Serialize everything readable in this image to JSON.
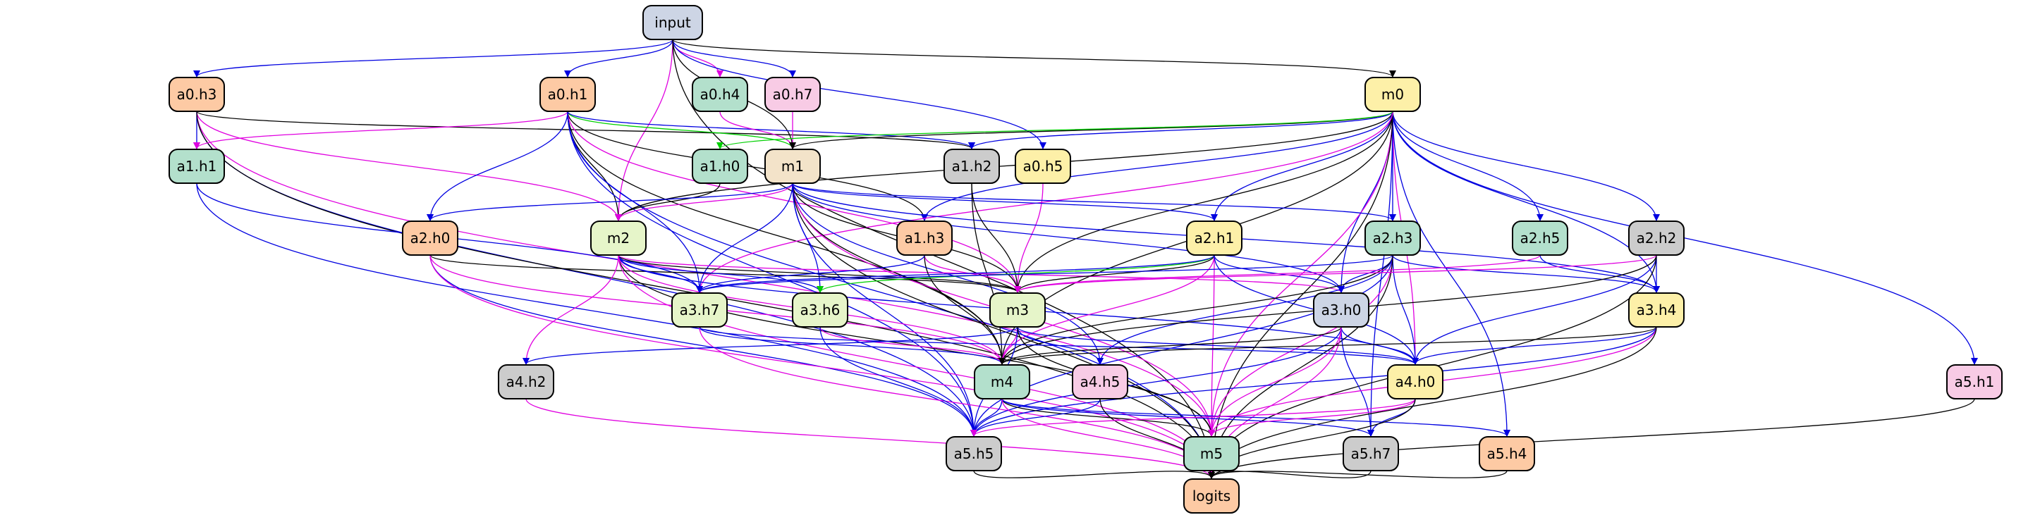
{
  "palette": {
    "slate": "#cdd5e5",
    "orange": "#fdcaa4",
    "green": "#b3e0cc",
    "pink": "#f8cbe5",
    "yellow": "#fdf0a8",
    "beige": "#f3e3c9",
    "gray": "#cccccc",
    "lime": "#e6f5c9",
    "edge_blue": "#0000e0",
    "edge_magenta": "#e000e0",
    "edge_black": "#000000",
    "edge_green": "#00d000"
  },
  "nodes": [
    {
      "id": "input",
      "label": "input",
      "color": "slate"
    },
    {
      "id": "a0.h3",
      "label": "a0.h3",
      "color": "orange"
    },
    {
      "id": "a0.h1",
      "label": "a0.h1",
      "color": "orange"
    },
    {
      "id": "a0.h4",
      "label": "a0.h4",
      "color": "green"
    },
    {
      "id": "a0.h7",
      "label": "a0.h7",
      "color": "pink"
    },
    {
      "id": "m0",
      "label": "m0",
      "color": "yellow"
    },
    {
      "id": "a1.h1",
      "label": "a1.h1",
      "color": "green"
    },
    {
      "id": "a1.h0",
      "label": "a1.h0",
      "color": "green"
    },
    {
      "id": "m1",
      "label": "m1",
      "color": "beige"
    },
    {
      "id": "a1.h2",
      "label": "a1.h2",
      "color": "gray"
    },
    {
      "id": "a0.h5",
      "label": "a0.h5",
      "color": "yellow"
    },
    {
      "id": "a2.h0",
      "label": "a2.h0",
      "color": "orange"
    },
    {
      "id": "m2",
      "label": "m2",
      "color": "lime"
    },
    {
      "id": "a1.h3",
      "label": "a1.h3",
      "color": "orange"
    },
    {
      "id": "a2.h1",
      "label": "a2.h1",
      "color": "yellow"
    },
    {
      "id": "a2.h3",
      "label": "a2.h3",
      "color": "green"
    },
    {
      "id": "a2.h5",
      "label": "a2.h5",
      "color": "green"
    },
    {
      "id": "a2.h2",
      "label": "a2.h2",
      "color": "gray"
    },
    {
      "id": "a3.h7",
      "label": "a3.h7",
      "color": "lime"
    },
    {
      "id": "a3.h6",
      "label": "a3.h6",
      "color": "lime"
    },
    {
      "id": "m3",
      "label": "m3",
      "color": "lime"
    },
    {
      "id": "a3.h0",
      "label": "a3.h0",
      "color": "slate"
    },
    {
      "id": "a3.h4",
      "label": "a3.h4",
      "color": "yellow"
    },
    {
      "id": "a4.h2",
      "label": "a4.h2",
      "color": "gray"
    },
    {
      "id": "m4",
      "label": "m4",
      "color": "green"
    },
    {
      "id": "a4.h5",
      "label": "a4.h5",
      "color": "pink"
    },
    {
      "id": "a4.h0",
      "label": "a4.h0",
      "color": "yellow"
    },
    {
      "id": "a5.h1",
      "label": "a5.h1",
      "color": "pink"
    },
    {
      "id": "a5.h5",
      "label": "a5.h5",
      "color": "gray"
    },
    {
      "id": "m5",
      "label": "m5",
      "color": "green"
    },
    {
      "id": "a5.h7",
      "label": "a5.h7",
      "color": "gray"
    },
    {
      "id": "a5.h4",
      "label": "a5.h4",
      "color": "orange"
    },
    {
      "id": "logits",
      "label": "logits",
      "color": "orange"
    }
  ],
  "edges": [
    [
      "input",
      "a0.h3",
      "b"
    ],
    [
      "input",
      "a0.h1",
      "b"
    ],
    [
      "input",
      "a0.h4",
      "m"
    ],
    [
      "input",
      "a0.h7",
      "b"
    ],
    [
      "input",
      "m0",
      "k"
    ],
    [
      "input",
      "a0.h5",
      "b"
    ],
    [
      "input",
      "m2",
      "m"
    ],
    [
      "input",
      "m1",
      "k"
    ],
    [
      "input",
      "logits",
      "k"
    ],
    [
      "a0.h3",
      "a1.h1",
      "b"
    ],
    [
      "a0.h3",
      "m2",
      "m"
    ],
    [
      "a0.h3",
      "a1.h2",
      "k"
    ],
    [
      "a0.h3",
      "a5.h5",
      "b"
    ],
    [
      "a0.h3",
      "m5",
      "m"
    ],
    [
      "a0.h3",
      "logits",
      "k"
    ],
    [
      "a0.h1",
      "m1",
      "g"
    ],
    [
      "a0.h1",
      "a1.h1",
      "m"
    ],
    [
      "a0.h1",
      "a2.h0",
      "b"
    ],
    [
      "a0.h1",
      "m2",
      "k"
    ],
    [
      "a0.h1",
      "a1.h3",
      "k"
    ],
    [
      "a0.h1",
      "a3.h7",
      "b"
    ],
    [
      "a0.h1",
      "m4",
      "k"
    ],
    [
      "a0.h1",
      "a5.h5",
      "b"
    ],
    [
      "a0.h1",
      "m3",
      "m"
    ],
    [
      "a0.h1",
      "a1.h2",
      "b"
    ],
    [
      "a0.h1",
      "logits",
      "b"
    ],
    [
      "a0.h4",
      "m1",
      "m"
    ],
    [
      "a0.h7",
      "m1",
      "m"
    ],
    [
      "a0.h5",
      "m3",
      "m"
    ],
    [
      "m0",
      "m1",
      "k"
    ],
    [
      "m0",
      "a1.h2",
      "b"
    ],
    [
      "m0",
      "m2",
      "k"
    ],
    [
      "m0",
      "a1.h3",
      "b"
    ],
    [
      "m0",
      "a2.h1",
      "b"
    ],
    [
      "m0",
      "a2.h3",
      "b"
    ],
    [
      "m0",
      "a2.h5",
      "b"
    ],
    [
      "m0",
      "a2.h2",
      "b"
    ],
    [
      "m0",
      "a3.h4",
      "b"
    ],
    [
      "m0",
      "a3.h0",
      "b"
    ],
    [
      "m0",
      "m3",
      "k"
    ],
    [
      "m0",
      "m4",
      "k"
    ],
    [
      "m0",
      "a4.h0",
      "m"
    ],
    [
      "m0",
      "a5.h1",
      "b"
    ],
    [
      "m0",
      "a5.h4",
      "b"
    ],
    [
      "m0",
      "a5.h7",
      "b"
    ],
    [
      "m0",
      "m5",
      "m"
    ],
    [
      "m0",
      "logits",
      "k"
    ],
    [
      "m0",
      "a3.h7",
      "m"
    ],
    [
      "m0",
      "a1.h0",
      "g"
    ],
    [
      "a1.h1",
      "a3.h7",
      "b"
    ],
    [
      "a1.h1",
      "a5.h5",
      "b"
    ],
    [
      "a1.h0",
      "m2",
      "k"
    ],
    [
      "m1",
      "m2",
      "m"
    ],
    [
      "m1",
      "a2.h0",
      "b"
    ],
    [
      "m1",
      "a2.h1",
      "b"
    ],
    [
      "m1",
      "a2.h3",
      "b"
    ],
    [
      "m1",
      "a3.h7",
      "b"
    ],
    [
      "m1",
      "a3.h6",
      "b"
    ],
    [
      "m1",
      "m3",
      "k"
    ],
    [
      "m1",
      "m4",
      "k"
    ],
    [
      "m1",
      "a3.h0",
      "b"
    ],
    [
      "m1",
      "a3.h4",
      "b"
    ],
    [
      "m1",
      "a4.h5",
      "b"
    ],
    [
      "m1",
      "m5",
      "m"
    ],
    [
      "m1",
      "logits",
      "k"
    ],
    [
      "m1",
      "a5.h5",
      "b"
    ],
    [
      "a1.h2",
      "m3",
      "k"
    ],
    [
      "a1.h2",
      "m4",
      "k"
    ],
    [
      "a2.h0",
      "m3",
      "k"
    ],
    [
      "a2.h0",
      "a5.h5",
      "b"
    ],
    [
      "a2.h0",
      "logits",
      "m"
    ],
    [
      "a2.h0",
      "m4",
      "m"
    ],
    [
      "m2",
      "a3.h7",
      "b"
    ],
    [
      "m2",
      "a3.h6",
      "b"
    ],
    [
      "m2",
      "m3",
      "k"
    ],
    [
      "m2",
      "a3.h0",
      "m"
    ],
    [
      "m2",
      "a4.h2",
      "m"
    ],
    [
      "m2",
      "m5",
      "k"
    ],
    [
      "m2",
      "a4.h0",
      "b"
    ],
    [
      "m2",
      "logits",
      "m"
    ],
    [
      "m2",
      "m4",
      "m"
    ],
    [
      "a1.h3",
      "m3",
      "m"
    ],
    [
      "a1.h3",
      "m4",
      "k"
    ],
    [
      "a1.h3",
      "a3.h7",
      "b"
    ],
    [
      "a2.h1",
      "m3",
      "k"
    ],
    [
      "a2.h1",
      "a3.h0",
      "b"
    ],
    [
      "a2.h1",
      "m4",
      "m"
    ],
    [
      "a2.h1",
      "m5",
      "m"
    ],
    [
      "a2.h1",
      "a3.h6",
      "g"
    ],
    [
      "a2.h1",
      "a3.h7",
      "b"
    ],
    [
      "a2.h1",
      "a4.h0",
      "b"
    ],
    [
      "a2.h3",
      "a3.h0",
      "b"
    ],
    [
      "a2.h3",
      "a3.h4",
      "b"
    ],
    [
      "a2.h3",
      "m4",
      "k"
    ],
    [
      "a2.h3",
      "a4.h0",
      "b"
    ],
    [
      "a2.h3",
      "a4.h5",
      "b"
    ],
    [
      "a2.h3",
      "a5.h5",
      "b"
    ],
    [
      "a2.h3",
      "m5",
      "m"
    ],
    [
      "a2.h3",
      "logits",
      "k"
    ],
    [
      "a2.h3",
      "a3.h7",
      "b"
    ],
    [
      "a2.h5",
      "a3.h4",
      "b"
    ],
    [
      "a2.h5",
      "m3",
      "m"
    ],
    [
      "a2.h2",
      "a3.h4",
      "b"
    ],
    [
      "a2.h2",
      "a4.h0",
      "b"
    ],
    [
      "a2.h2",
      "m4",
      "k"
    ],
    [
      "a2.h2",
      "logits",
      "k"
    ],
    [
      "a2.h2",
      "m3",
      "m"
    ],
    [
      "a3.h7",
      "m4",
      "b"
    ],
    [
      "a3.h7",
      "logits",
      "m"
    ],
    [
      "a3.h7",
      "a4.h0",
      "b"
    ],
    [
      "a3.h6",
      "m4",
      "m"
    ],
    [
      "a3.h6",
      "a5.h5",
      "b"
    ],
    [
      "m3",
      "m4",
      "m"
    ],
    [
      "m3",
      "a4.h5",
      "b"
    ],
    [
      "m3",
      "a4.h0",
      "b"
    ],
    [
      "m3",
      "a5.h5",
      "b"
    ],
    [
      "m3",
      "m5",
      "k"
    ],
    [
      "m3",
      "a4.h2",
      "b"
    ],
    [
      "a3.h0",
      "m4",
      "k"
    ],
    [
      "a3.h0",
      "a4.h0",
      "b"
    ],
    [
      "a3.h0",
      "a5.h5",
      "b"
    ],
    [
      "a3.h0",
      "m5",
      "m"
    ],
    [
      "a3.h0",
      "a5.h7",
      "b"
    ],
    [
      "a3.h0",
      "logits",
      "m"
    ],
    [
      "a3.h4",
      "m4",
      "k"
    ],
    [
      "a3.h4",
      "a4.h0",
      "b"
    ],
    [
      "a3.h4",
      "a5.h5",
      "b"
    ],
    [
      "a3.h4",
      "m5",
      "m"
    ],
    [
      "a3.h4",
      "logits",
      "k"
    ],
    [
      "a4.h2",
      "logits",
      "m"
    ],
    [
      "m4",
      "a5.h5",
      "b"
    ],
    [
      "m4",
      "m5",
      "k"
    ],
    [
      "m4",
      "a5.h7",
      "b"
    ],
    [
      "m4",
      "a5.h4",
      "b"
    ],
    [
      "m4",
      "logits",
      "m"
    ],
    [
      "a4.h5",
      "a5.h5",
      "b"
    ],
    [
      "a4.h5",
      "logits",
      "k"
    ],
    [
      "a4.h0",
      "a5.h5",
      "m"
    ],
    [
      "a4.h0",
      "m5",
      "m"
    ],
    [
      "a4.h0",
      "a5.h7",
      "b"
    ],
    [
      "a4.h0",
      "logits",
      "k"
    ],
    [
      "a5.h1",
      "logits",
      "k"
    ],
    [
      "a5.h5",
      "logits",
      "k"
    ],
    [
      "m5",
      "logits",
      "m"
    ],
    [
      "a5.h7",
      "logits",
      "k"
    ],
    [
      "a5.h4",
      "logits",
      "k"
    ]
  ]
}
